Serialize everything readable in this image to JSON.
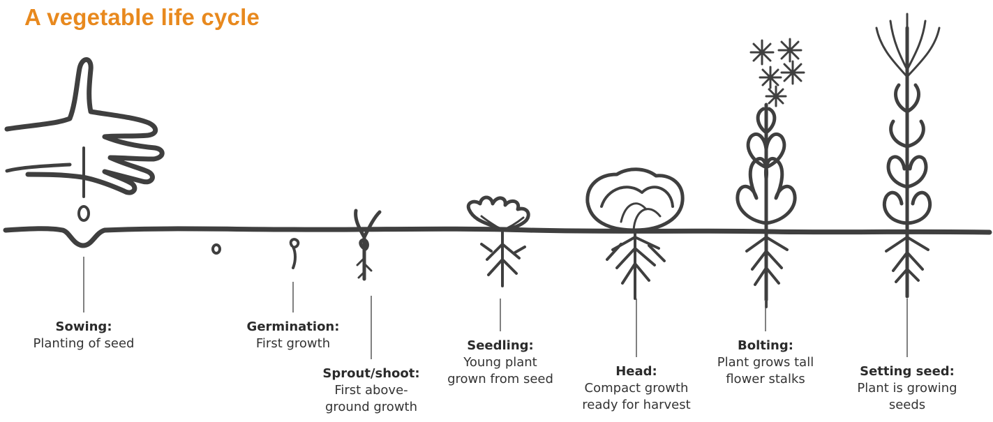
{
  "title": "A vegetable life cycle",
  "stages": [
    {
      "name": "Sowing:",
      "description": [
        "Planting of seed"
      ],
      "icon": "hand-sowing-seed-icon"
    },
    {
      "name": "Germination:",
      "description": [
        "First growth"
      ],
      "icon": "germinating-seed-icon"
    },
    {
      "name": "Sprout/shoot:",
      "description": [
        "First above-",
        "ground growth"
      ],
      "icon": "sprout-icon"
    },
    {
      "name": "Seedling:",
      "description": [
        "Young plant",
        "grown from seed"
      ],
      "icon": "seedling-icon"
    },
    {
      "name": "Head:",
      "description": [
        "Compact growth",
        "ready for harvest"
      ],
      "icon": "cabbage-head-icon"
    },
    {
      "name": "Bolting:",
      "description": [
        "Plant grows tall",
        "flower stalks"
      ],
      "icon": "bolting-plant-icon"
    },
    {
      "name": "Setting seed:",
      "description": [
        "Plant is growing",
        "seeds"
      ],
      "icon": "seeding-plant-icon"
    }
  ],
  "colors": {
    "title": "#e8891e",
    "ink": "#3a3a3a",
    "text": "#333333"
  }
}
